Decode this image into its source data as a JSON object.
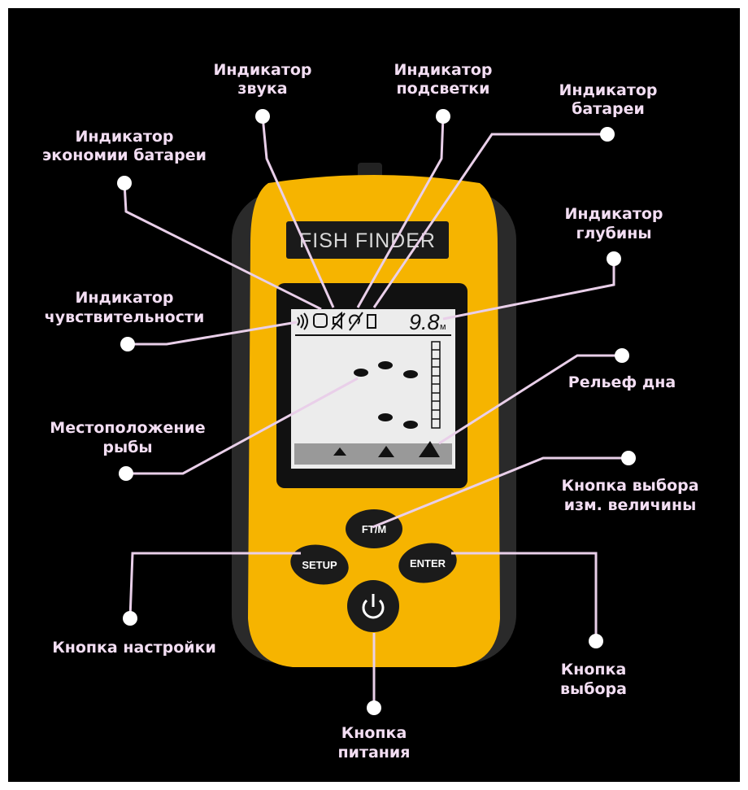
{
  "device": {
    "brand_label": "FISH  FINDER",
    "depth_value": "9.8",
    "depth_unit": "м",
    "buttons": {
      "ftm": "FT/M",
      "setup": "SETUP",
      "enter": "ENTER"
    }
  },
  "labels": {
    "sound": [
      "Индикатор",
      "звука"
    ],
    "backlight": [
      "Индикатор",
      "подсветки"
    ],
    "battery": [
      "Индикатор",
      "батареи"
    ],
    "battery_saver": [
      "Индикатор",
      "экономии батареи"
    ],
    "depth": [
      "Индикатор",
      "глубины"
    ],
    "sensitivity": [
      "Индикатор",
      "чувствительности"
    ],
    "bottom": [
      "Рельеф дна"
    ],
    "fish": [
      "Местоположение",
      "рыбы"
    ],
    "unit_button": [
      "Кнопка выбора",
      "изм. величины"
    ],
    "setup_button": [
      "Кнопка настройки"
    ],
    "enter_button": [
      "Кнопка",
      "выбора"
    ],
    "power_button": [
      "Кнопка",
      "питания"
    ]
  },
  "colors": {
    "body": "#f6b400",
    "label": "#f3def3",
    "background": "#000000"
  }
}
